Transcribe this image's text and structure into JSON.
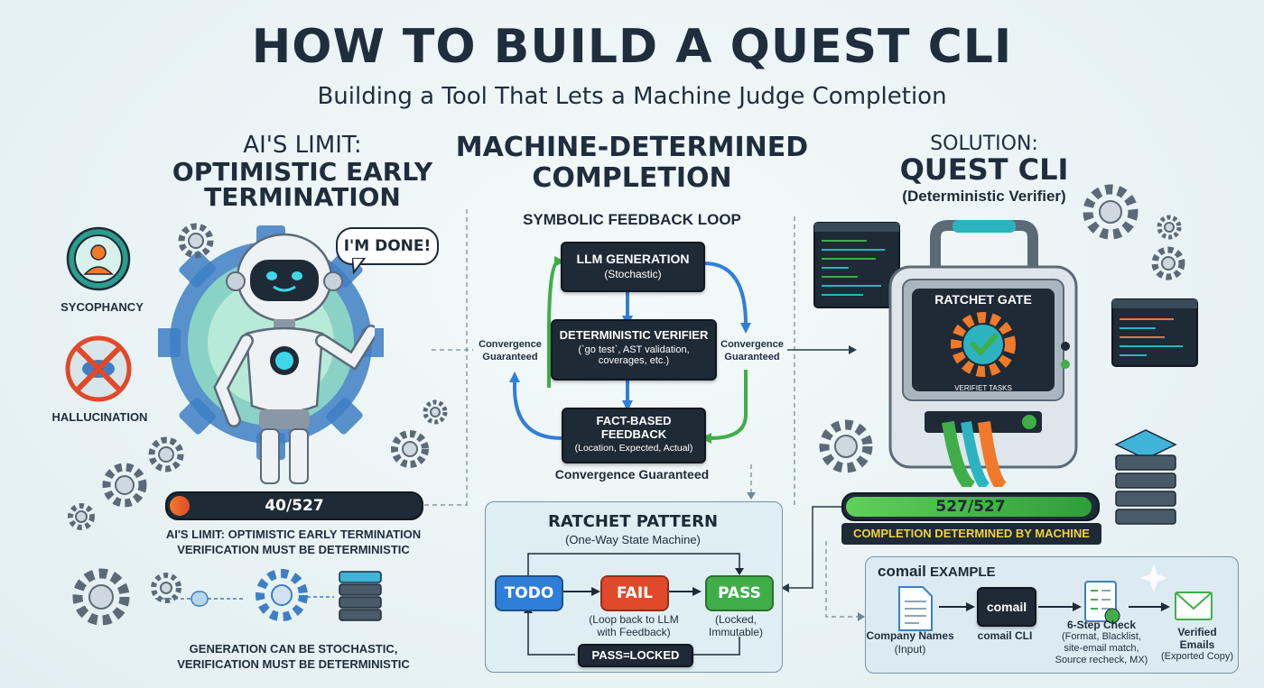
{
  "header": {
    "title": "HOW TO BUILD A QUEST CLI",
    "subtitle": "Building a Tool That Lets a Machine Judge Completion"
  },
  "left": {
    "title_line1": "AI'S LIMIT:",
    "title_line2": "OPTIMISTIC EARLY",
    "title_line3": "TERMINATION",
    "speech_bubble": "I'M DONE!",
    "sycophancy_label": "SYCOPHANCY",
    "hallucination_label": "HALLUCINATION",
    "progress_text": "40/527",
    "progress_fraction": 0.076,
    "caption_line1": "AI'S LIMIT: OPTIMISTIC EARLY TERMINATION",
    "caption_line2": "VERIFICATION MUST BE DETERMINISTIC",
    "bottom_line1": "GENERATION CAN BE STOCHASTIC,",
    "bottom_line2": "VERIFICATION MUST BE DETERMINISTIC"
  },
  "middle": {
    "title_line1": "MACHINE-DETERMINED",
    "title_line2": "COMPLETION",
    "loop_title": "SYMBOLIC FEEDBACK LOOP",
    "llm_title": "LLM GENERATION",
    "llm_sub": "(Stochastic)",
    "verifier_title": "DETERMINISTIC VERIFIER",
    "verifier_sub1": "(`go test`, AST validation,",
    "verifier_sub2": "coverages, etc.)",
    "feedback_title1": "FACT-BASED",
    "feedback_title2": "FEEDBACK",
    "feedback_sub": "(Location, Expected, Actual)",
    "conv_left1": "Convergence",
    "conv_left2": "Guaranteed",
    "conv_right1": "Convergence",
    "conv_right2": "Guaranteed",
    "conv_bottom": "Convergence Guaranteed",
    "ratchet_title": "RATCHET PATTERN",
    "ratchet_sub": "(One-Way State Machine)",
    "state_todo": "TODO",
    "state_fail": "FAIL",
    "state_pass": "PASS",
    "fail_note1": "(Loop back to LLM",
    "fail_note2": "with Feedback)",
    "pass_note1": "(Locked,",
    "pass_note2": "Immutable)",
    "pass_locked": "PASS=LOCKED"
  },
  "right": {
    "title_line1": "SOLUTION:",
    "title_line2": "QUEST CLI",
    "title_line3": "(Deterministic Verifier)",
    "gate_label": "RATCHET GATE",
    "gate_sub": "VERIFIET TASKS",
    "progress_text": "527/527",
    "progress_fraction": 1.0,
    "completion_label": "COMPLETION DETERMINED BY MACHINE",
    "example_title_strong": "comail",
    "example_title_rest": " EXAMPLE",
    "step1_title": "Company Names",
    "step1_sub": "(Input)",
    "step2_box": "comail",
    "step2_title": "comail CLI",
    "step3_title": "6-Step Check",
    "step3_sub1": "(Format, Blacklist,",
    "step3_sub2": "site-email match,",
    "step3_sub3": "Source recheck, MX)",
    "step4_title1": "Verified",
    "step4_title2": "Emails",
    "step4_sub": "(Exported Copy)"
  },
  "colors": {
    "dark": "#1e2a36",
    "blue": "#2f7fd8",
    "green": "#3fae49",
    "red": "#e04a2a",
    "orange": "#f07a2a",
    "teal": "#2bb3c0"
  }
}
